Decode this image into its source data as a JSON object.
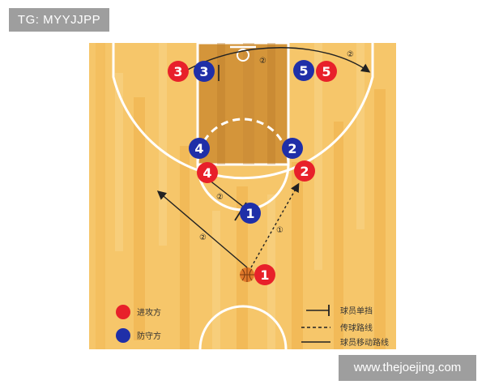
{
  "watermarks": {
    "top_left": "TG: MYYJJPP",
    "bottom_right": "www.thejoejing.com"
  },
  "players": {
    "offense": [
      "3",
      "5",
      "4",
      "2",
      "1"
    ],
    "defense": [
      "3",
      "5",
      "4",
      "2",
      "1"
    ]
  },
  "step_labels": {
    "top": "②",
    "top_right": "②",
    "mid": "②",
    "left_path": "②",
    "pass": "①"
  },
  "legend": {
    "offense": "进攻方",
    "defense": "防守方",
    "screen": "球员单挡",
    "pass": "传球路线",
    "move": "球员移动路线"
  },
  "colors": {
    "offense": "#e8202a",
    "defense": "#1f2fa8",
    "floor": "#f6c66a",
    "paint": "#d4953a"
  }
}
